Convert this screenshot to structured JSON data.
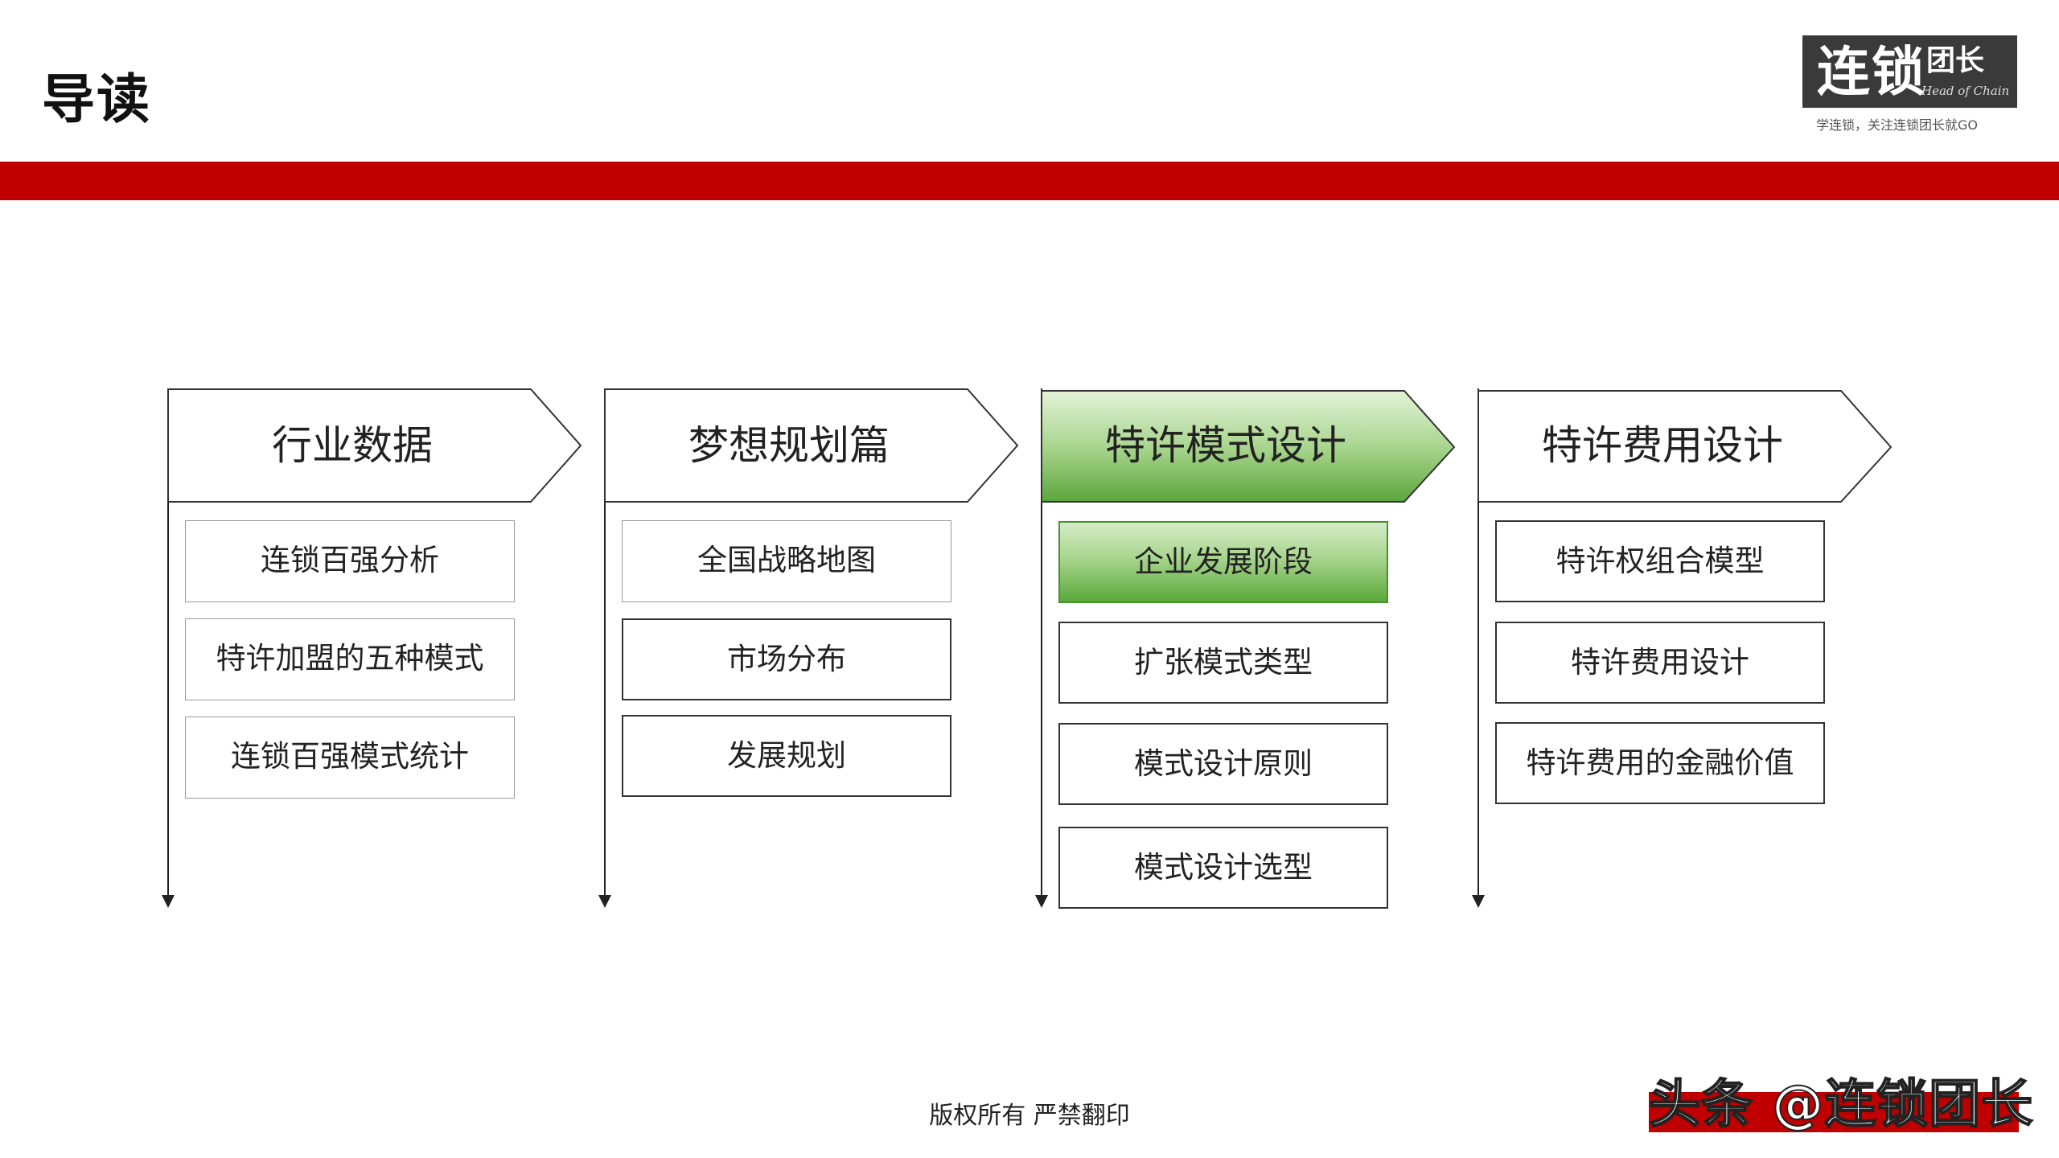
{
  "header": {
    "title": "导读",
    "logo_big": "连锁",
    "logo_small": "团长",
    "logo_sub": "Head of Chain",
    "slogan": "学连锁，关注连锁团长就GO"
  },
  "columns": [
    {
      "title": "行业数据",
      "items": [
        "连锁百强分析",
        "特许加盟的五种模式",
        "连锁百强模式统计"
      ]
    },
    {
      "title": "梦想规划篇",
      "items": [
        "全国战略地图",
        "市场分布",
        "发展规划"
      ]
    },
    {
      "title": "特许模式设计",
      "items": [
        "企业发展阶段",
        "扩张模式类型",
        "模式设计原则",
        "模式设计选型"
      ]
    },
    {
      "title": "特许费用设计",
      "items": [
        "特许权组合模型",
        "特许费用设计",
        "特许费用的金融价值"
      ]
    }
  ],
  "colors": {
    "accent_red": "#c00000",
    "highlight_green": "#6cb347"
  },
  "footer": {
    "copyright": "版权所有  严禁翻印",
    "watermark": "头条 @连锁团长"
  }
}
